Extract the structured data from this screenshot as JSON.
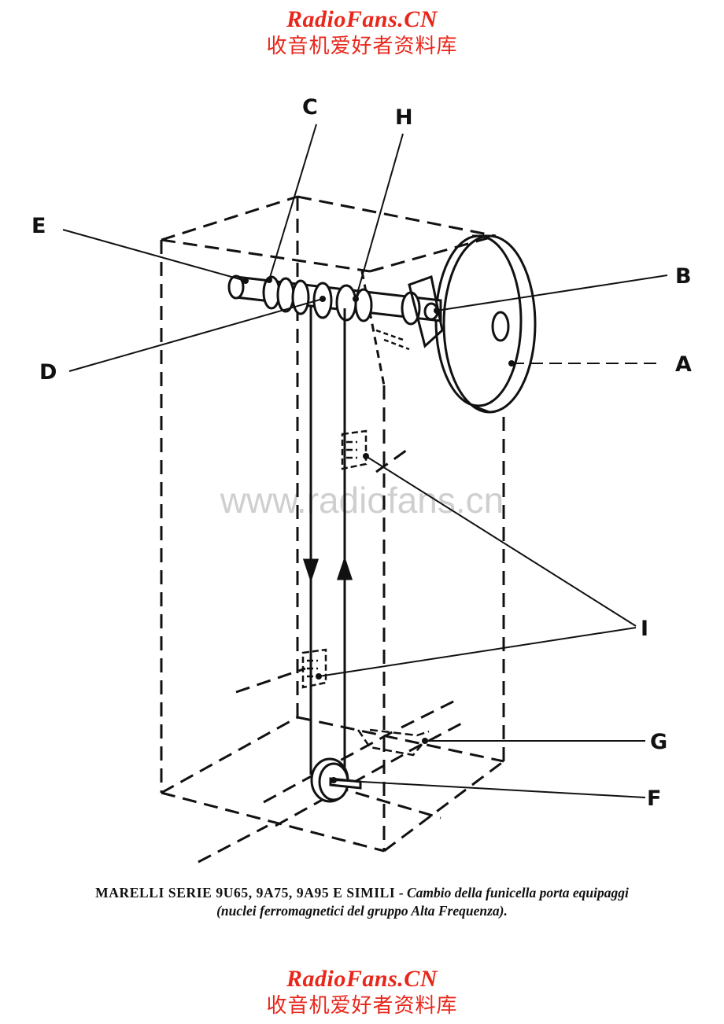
{
  "header": {
    "brand": "RadioFans.CN",
    "subtitle": "收音机爱好者资料库"
  },
  "footer": {
    "brand": "RadioFans.CN",
    "subtitle": "收音机爱好者资料库"
  },
  "watermark": "www.radiofans.cn",
  "labels": {
    "A": "A",
    "B": "B",
    "C": "C",
    "D": "D",
    "E": "E",
    "F": "F",
    "G": "G",
    "H": "H",
    "I": "I"
  },
  "caption": {
    "title": "MARELLI SERIE 9U65, 9A75, 9A95 E SIMILI",
    "separator": " - ",
    "description": "Cambio della funicella porta equipaggi",
    "line2": "(nuclei ferromagnetici del gruppo Alta Frequenza)."
  }
}
